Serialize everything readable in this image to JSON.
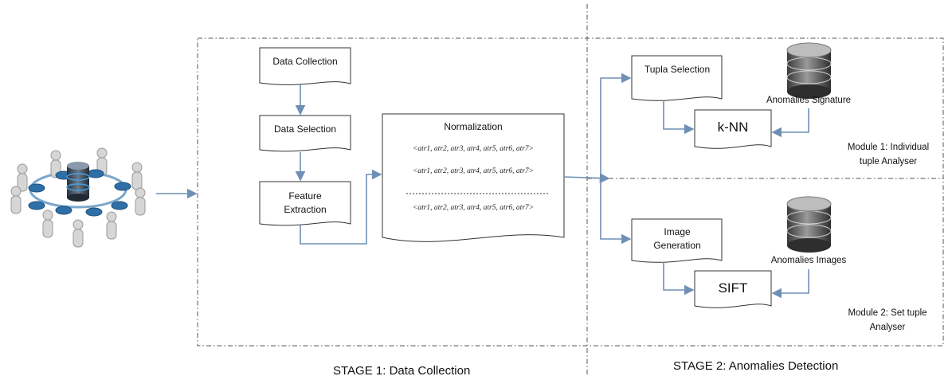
{
  "stage1": {
    "title": "STAGE 1: Data Collection"
  },
  "stage2": {
    "title": "STAGE 2: Anomalies Detection"
  },
  "steps": {
    "data_collection": "Data Collection",
    "data_selection": "Data Selection",
    "feature_extraction": "Feature Extraction",
    "normalization": "Normalization"
  },
  "tuples": [
    "<atr1, atr2, atr3, atr4, atr5, atr6, atr7>",
    "<atr1, atr2, atr3, atr4, atr5, atr6, atr7>",
    "<atr1, atr2, atr3, atr4, atr5, atr6, atr7>"
  ],
  "module1": {
    "input": "Tupla Selection",
    "db_label": "Anomalies Signature",
    "algorithm": "k-NN",
    "name": "Module 1: Individual tuple Analyser"
  },
  "module2": {
    "input": "Image Generation",
    "db_label": "Anomalies Images",
    "algorithm": "SIFT",
    "name": "Module 2: Set tuple Analyser"
  },
  "colors": {
    "arrow": "#6f8fb5",
    "border": "#333333",
    "dash": "#555555"
  },
  "icons": [
    "network-users-icon",
    "database-icon"
  ]
}
